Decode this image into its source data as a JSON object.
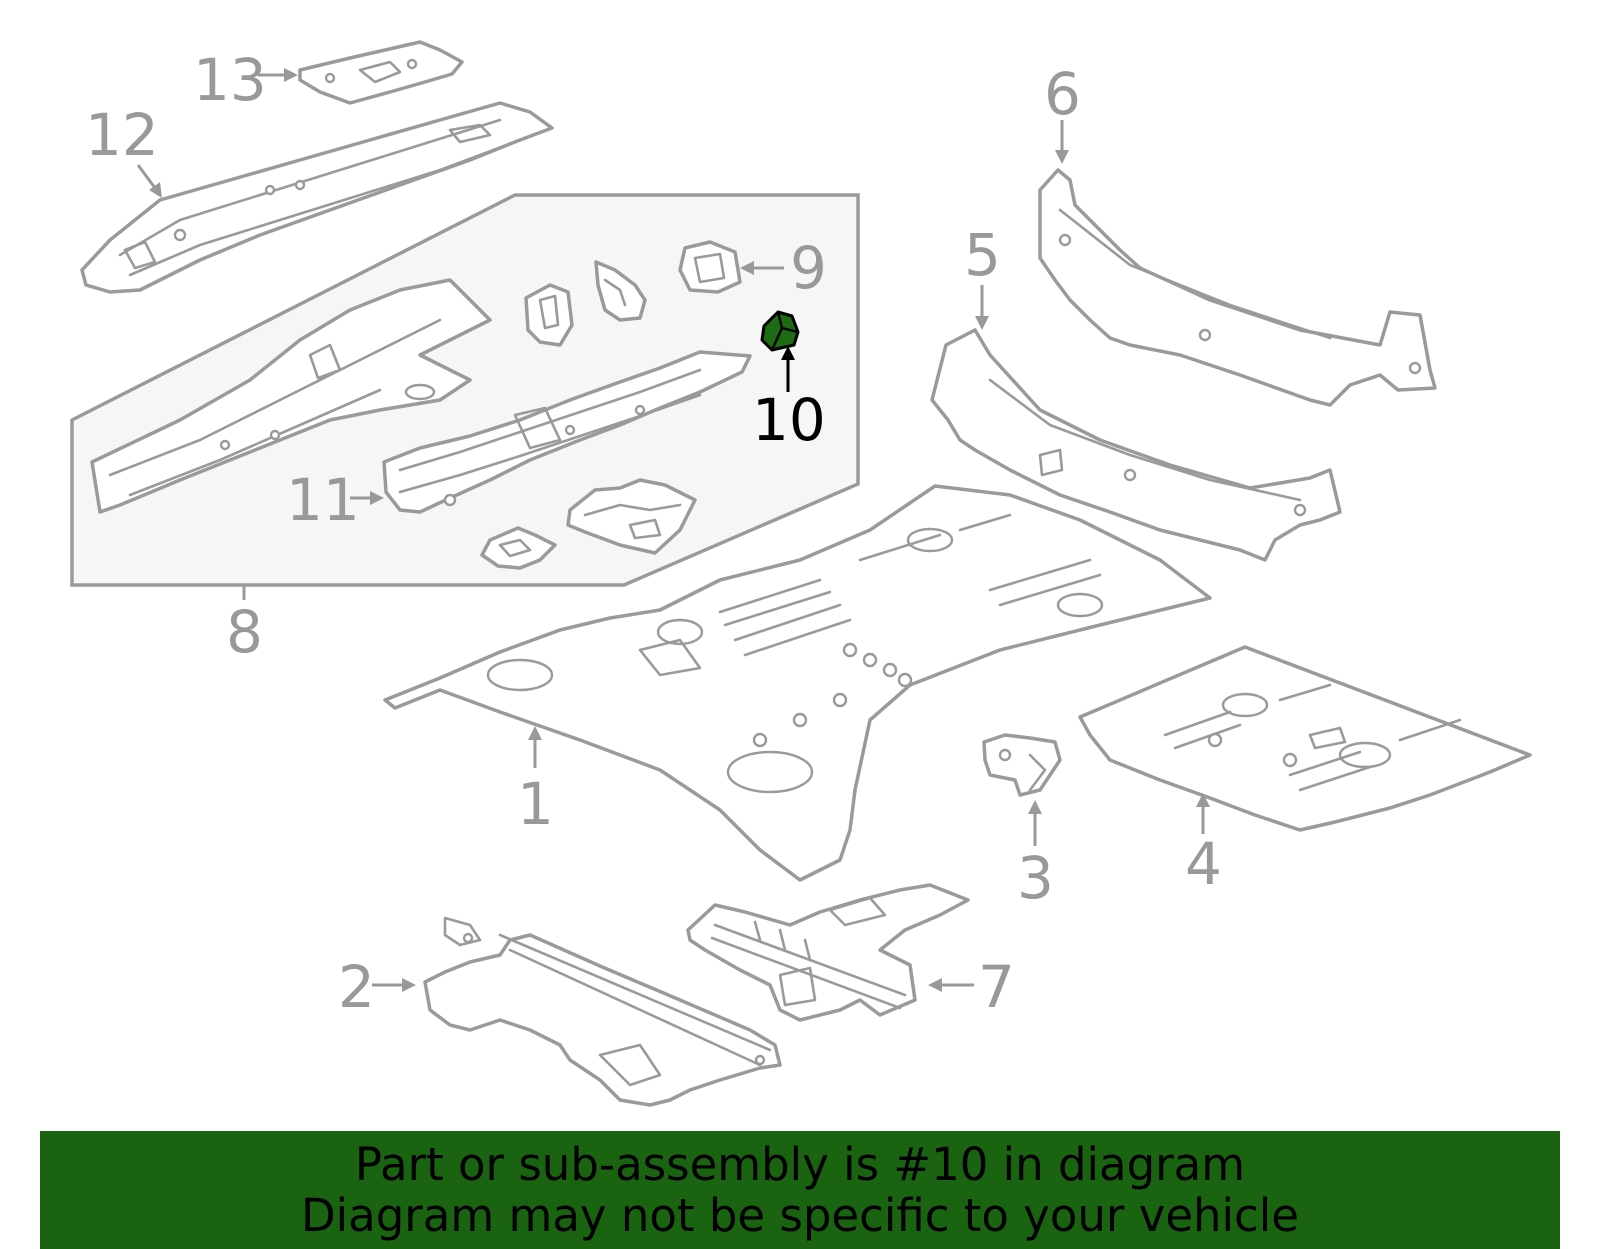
{
  "callouts": {
    "c1": "1",
    "c2": "2",
    "c3": "3",
    "c4": "4",
    "c5": "5",
    "c6": "6",
    "c7": "7",
    "c8": "8",
    "c9": "9",
    "c10": "10",
    "c11": "11",
    "c12": "12",
    "c13": "13"
  },
  "highlighted_part": "10",
  "colors": {
    "highlight": "#1d6b12",
    "banner": "#1a6310",
    "line_art": "#9a9a9a"
  },
  "banner": {
    "line1": "Part or sub-assembly is #10 in diagram",
    "line2": "Diagram may not be specific to your vehicle"
  }
}
